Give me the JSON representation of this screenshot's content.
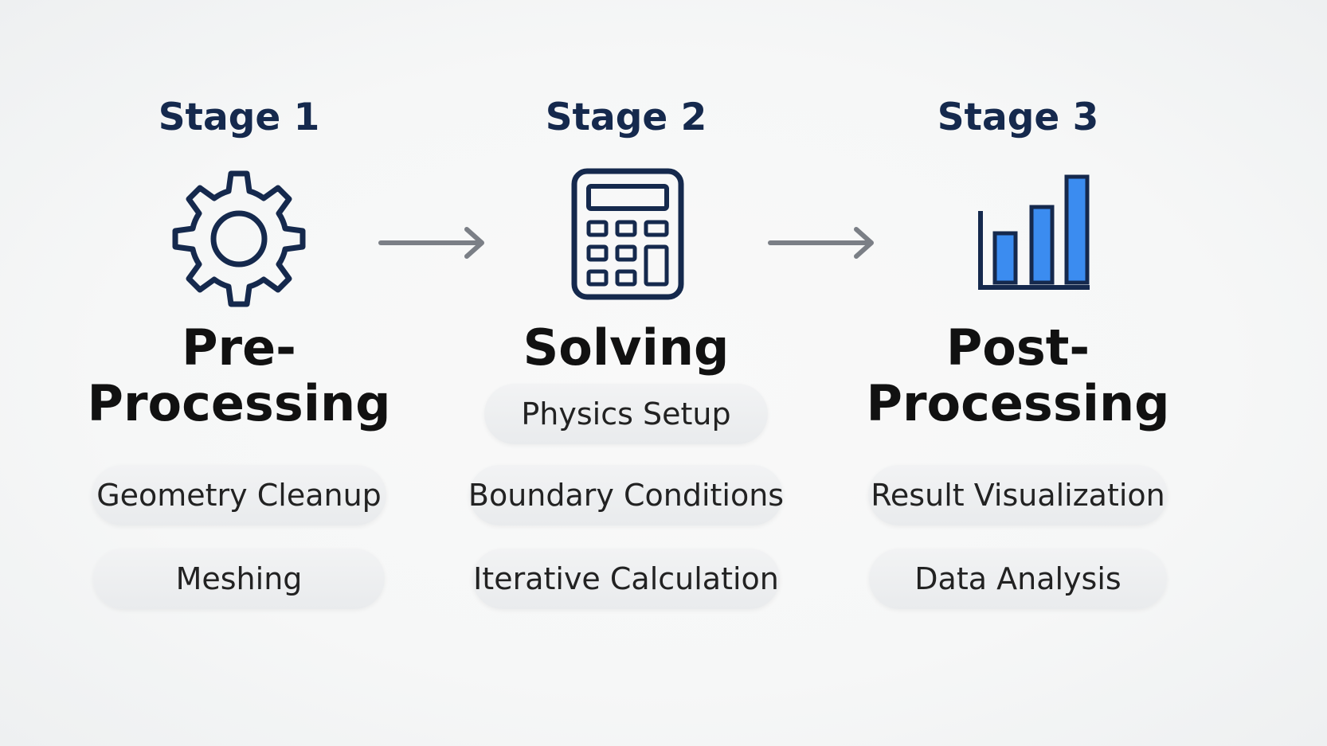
{
  "stages": [
    {
      "label": "Stage 1",
      "icon": "gear-icon",
      "title_lines": [
        "Pre-",
        "Processing"
      ],
      "items": [
        "Geometry Cleanup",
        "Meshing"
      ]
    },
    {
      "label": "Stage 2",
      "icon": "calculator-icon",
      "title_lines": [
        "Solving"
      ],
      "items": [
        "Physics Setup",
        "Boundary Conditions",
        "Iterative Calculation"
      ]
    },
    {
      "label": "Stage 3",
      "icon": "bar-chart-icon",
      "title_lines": [
        "Post-",
        "Processing"
      ],
      "items": [
        "Result Visualization",
        "Data Analysis"
      ]
    }
  ],
  "connectors": [
    "arrow-right-icon",
    "arrow-right-icon"
  ],
  "colors": {
    "label": "#15294d",
    "icon_stroke": "#15294d",
    "bar_fill": "#3b8cf0",
    "arrow": "#7b7f86",
    "title": "#111111",
    "pill_text": "#222222"
  }
}
